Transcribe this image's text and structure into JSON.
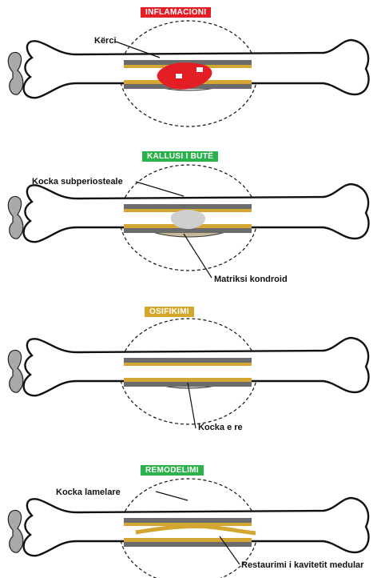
{
  "colors": {
    "inflammation": "#e31e24",
    "soft_callus": "#2bb24c",
    "ossification": "#d4a72c",
    "remodeling": "#2bb24c",
    "hematoma": "#e31e24",
    "cartilage": "#c8b79a",
    "cortex_gold": "#d3a631",
    "cortex_gray": "#6b6b6b",
    "new_bone": "#cfcfcf"
  },
  "stages": [
    {
      "title": "INFLAMACIONI",
      "labels": [
        "Kërci"
      ]
    },
    {
      "title": "KALLUSI I BUTË",
      "labels": [
        "Kocka subperiosteale",
        "Matriksi kondroid"
      ]
    },
    {
      "title": "OSIFIKIMI",
      "labels": [
        "Kocka e re"
      ]
    },
    {
      "title": "REMODELIMI",
      "labels": [
        "Kocka lamelare",
        "Restaurimi i kavitetit medular"
      ]
    }
  ]
}
